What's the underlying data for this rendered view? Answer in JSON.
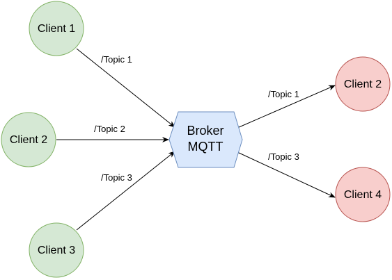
{
  "colors": {
    "publisher_fill": "#d5e8d4",
    "publisher_stroke": "#82b366",
    "subscriber_fill": "#f8cecc",
    "subscriber_stroke": "#b85450",
    "broker_fill": "#dae8fc",
    "broker_stroke": "#6c8ebf",
    "edge": "#000000"
  },
  "publishers": [
    {
      "label": "Client 1"
    },
    {
      "label": "Client 2"
    },
    {
      "label": "Client 3"
    }
  ],
  "broker": {
    "line1": "Broker",
    "line2": "MQTT"
  },
  "subscribers": [
    {
      "label": "Client 2"
    },
    {
      "label": "Client 4"
    }
  ],
  "edges": {
    "e1": "/Topic 1",
    "e2": "/Topic 2",
    "e3": "/Topic 3",
    "e4": "/Topic 1",
    "e5": "/Topic 3"
  }
}
